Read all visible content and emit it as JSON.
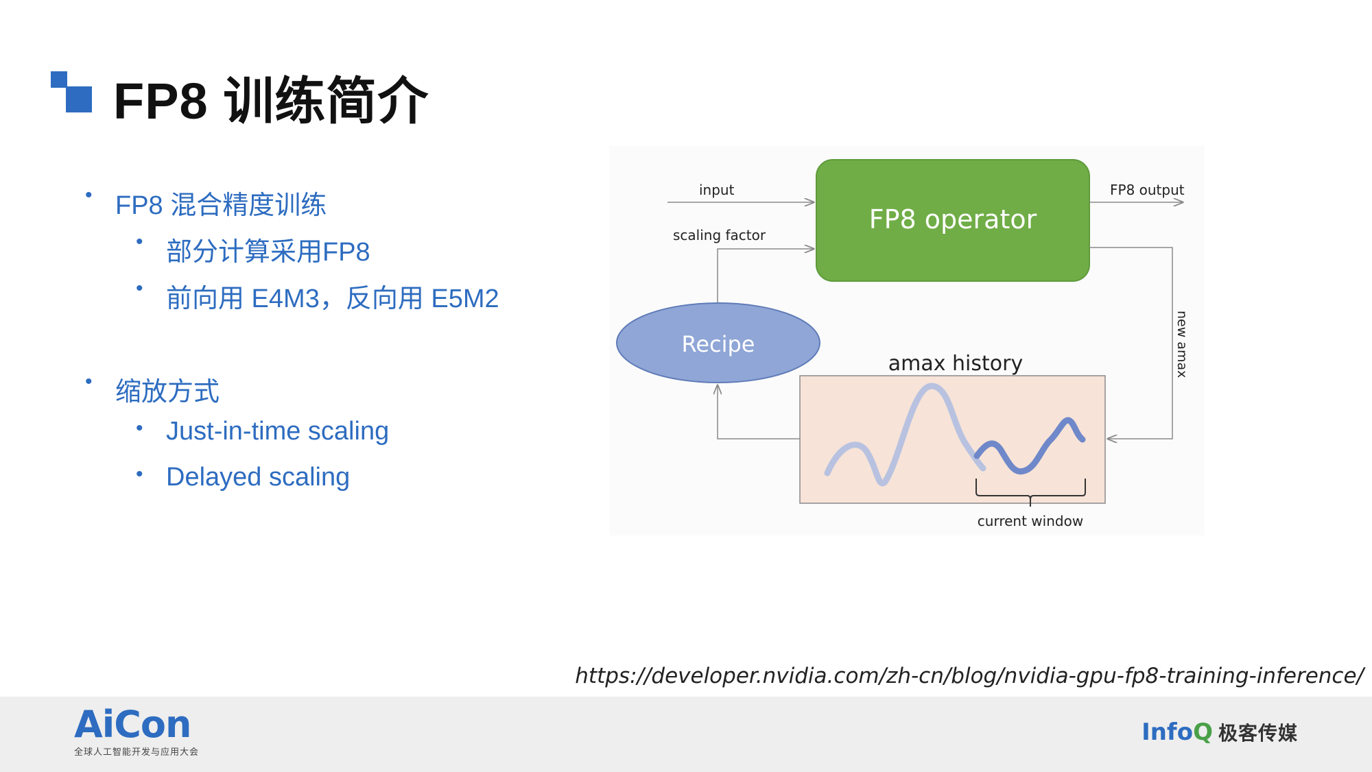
{
  "title": "FP8 训练简介",
  "bullets": [
    {
      "level": 1,
      "text": "FP8 混合精度训练"
    },
    {
      "level": 2,
      "text": "部分计算采用FP8"
    },
    {
      "level": 2,
      "text": "前向用 E4M3，反向用 E5M2"
    },
    {
      "level": 1,
      "text": "缩放方式"
    },
    {
      "level": 2,
      "text": "Just-in-time scaling"
    },
    {
      "level": 2,
      "text": "Delayed scaling"
    }
  ],
  "diagram": {
    "input_label": "input",
    "output_label": "FP8 output",
    "scaling_factor_label": "scaling factor",
    "operator_label": "FP8 operator",
    "recipe_label": "Recipe",
    "amax_history_label": "amax history",
    "new_amax_label": "new amax",
    "current_window_label": "current window",
    "colors": {
      "operator_fill": "#70ad47",
      "recipe_fill": "#8fa6d6",
      "history_fill": "#f7e3d8",
      "curve_old": "#b8c2e0",
      "curve_window": "#6f88c9"
    }
  },
  "source_url": "https://developer.nvidia.com/zh-cn/blog/nvidia-gpu-fp8-training-inference/",
  "footer": {
    "left_logo_text": "AiCon",
    "left_logo_subtitle": "全球人工智能开发与应用大会",
    "right_logo_text_a": "Info",
    "right_logo_text_b": "Q",
    "right_logo_cn": "极客传媒"
  }
}
